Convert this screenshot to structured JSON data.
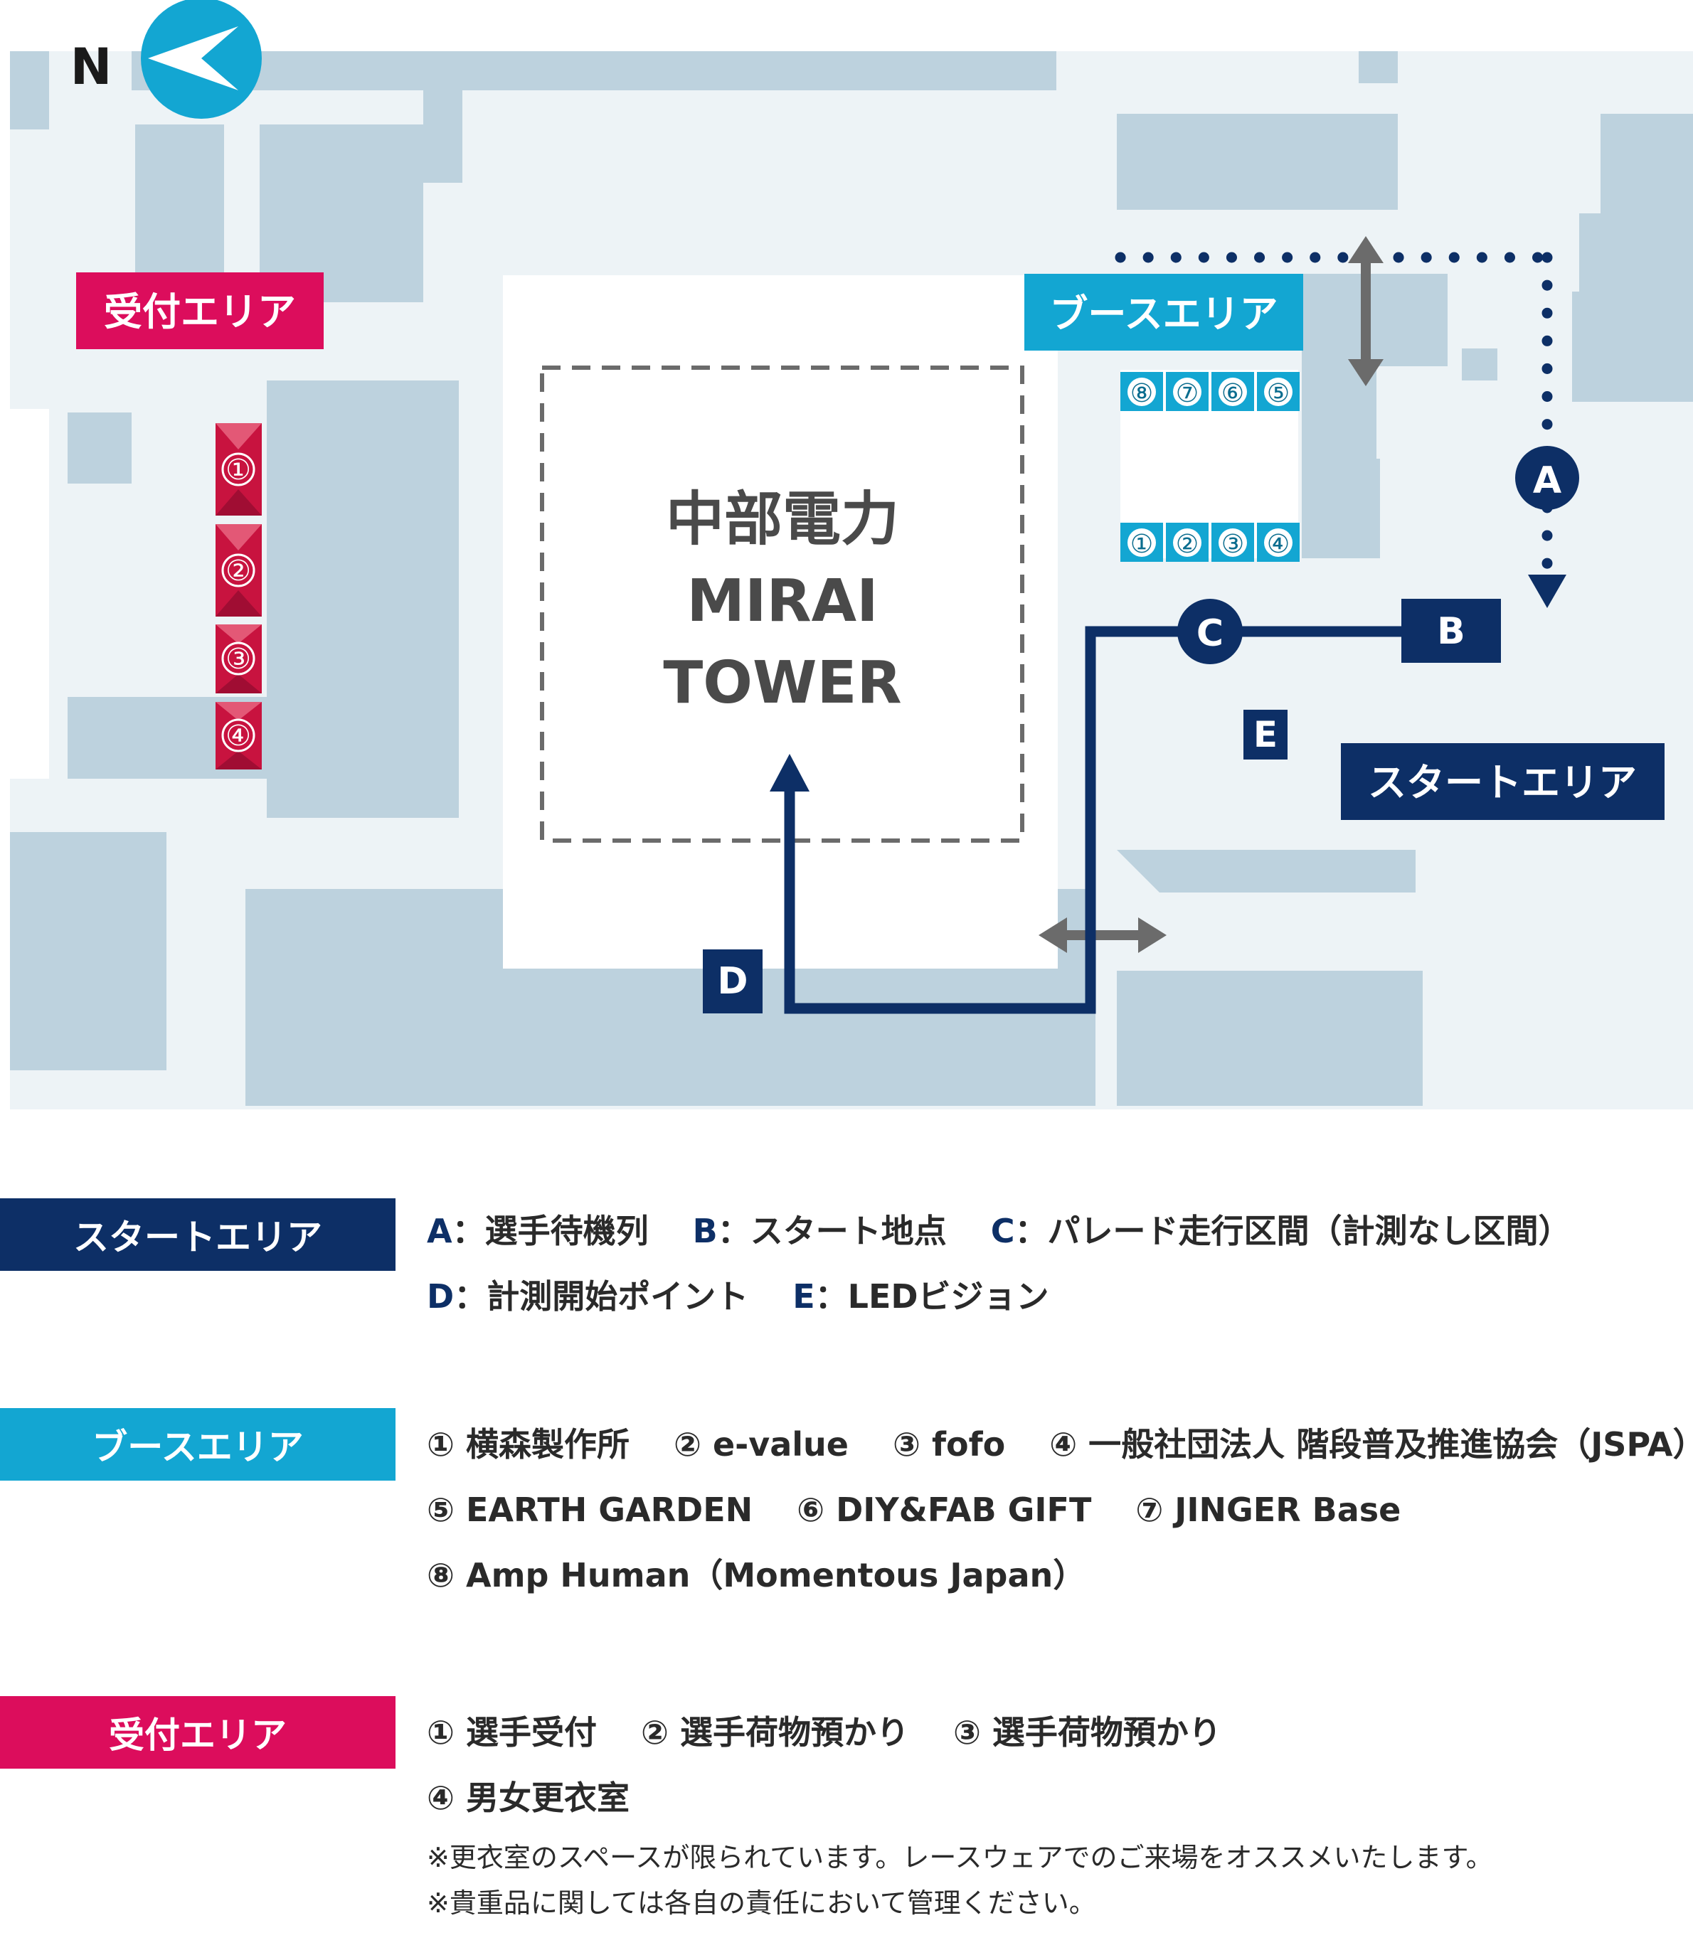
{
  "map": {
    "north_label": "N",
    "tower_name": [
      "中部電力",
      "MIRAI",
      "TOWER"
    ],
    "areas": {
      "reception": "受付エリア",
      "booth": "ブースエリア",
      "start": "スタートエリア"
    },
    "reception_numbers": [
      "①",
      "②",
      "③",
      "④"
    ],
    "booth_numbers_top": [
      "⑧",
      "⑦",
      "⑥",
      "⑤"
    ],
    "booth_numbers_bottom": [
      "①",
      "②",
      "③",
      "④"
    ],
    "route_points": {
      "A": "A",
      "B": "B",
      "C": "C",
      "D": "D",
      "E": "E"
    }
  },
  "colors": {
    "navy": "#0d2f66",
    "cyan": "#13a6d2",
    "magenta": "#dc0d5c",
    "block": "#bdd2de",
    "ground": "#edf3f6"
  },
  "legend": {
    "start": {
      "title": "スタートエリア",
      "rows": [
        [
          {
            "key": "A",
            "text": "：選手待機列"
          },
          {
            "key": "B",
            "text": "：スタート地点"
          },
          {
            "key": "C",
            "text": "：パレード走行区間（計測なし区間）"
          }
        ],
        [
          {
            "key": "D",
            "text": "：計測開始ポイント"
          },
          {
            "key": "E",
            "text": "：LEDビジョン"
          }
        ]
      ]
    },
    "booth": {
      "title": "ブースエリア",
      "rows": [
        [
          "① 横森製作所",
          "② e-value",
          "③ fofo",
          "④ 一般社団法人 階段普及推進協会（JSPA）"
        ],
        [
          "⑤ EARTH GARDEN",
          "⑥ DIY&FAB GIFT",
          "⑦ JINGER Base"
        ],
        [
          "⑧ Amp Human（Momentous Japan）"
        ]
      ]
    },
    "reception": {
      "title": "受付エリア",
      "rows": [
        [
          "① 選手受付",
          "② 選手荷物預かり",
          "③ 選手荷物預かり"
        ],
        [
          "④ 男女更衣室"
        ]
      ],
      "notes": [
        "※更衣室のスペースが限られています。レースウェアでのご来場をオススメいたします。",
        "※貴重品に関しては各自の責任において管理ください。"
      ]
    }
  }
}
